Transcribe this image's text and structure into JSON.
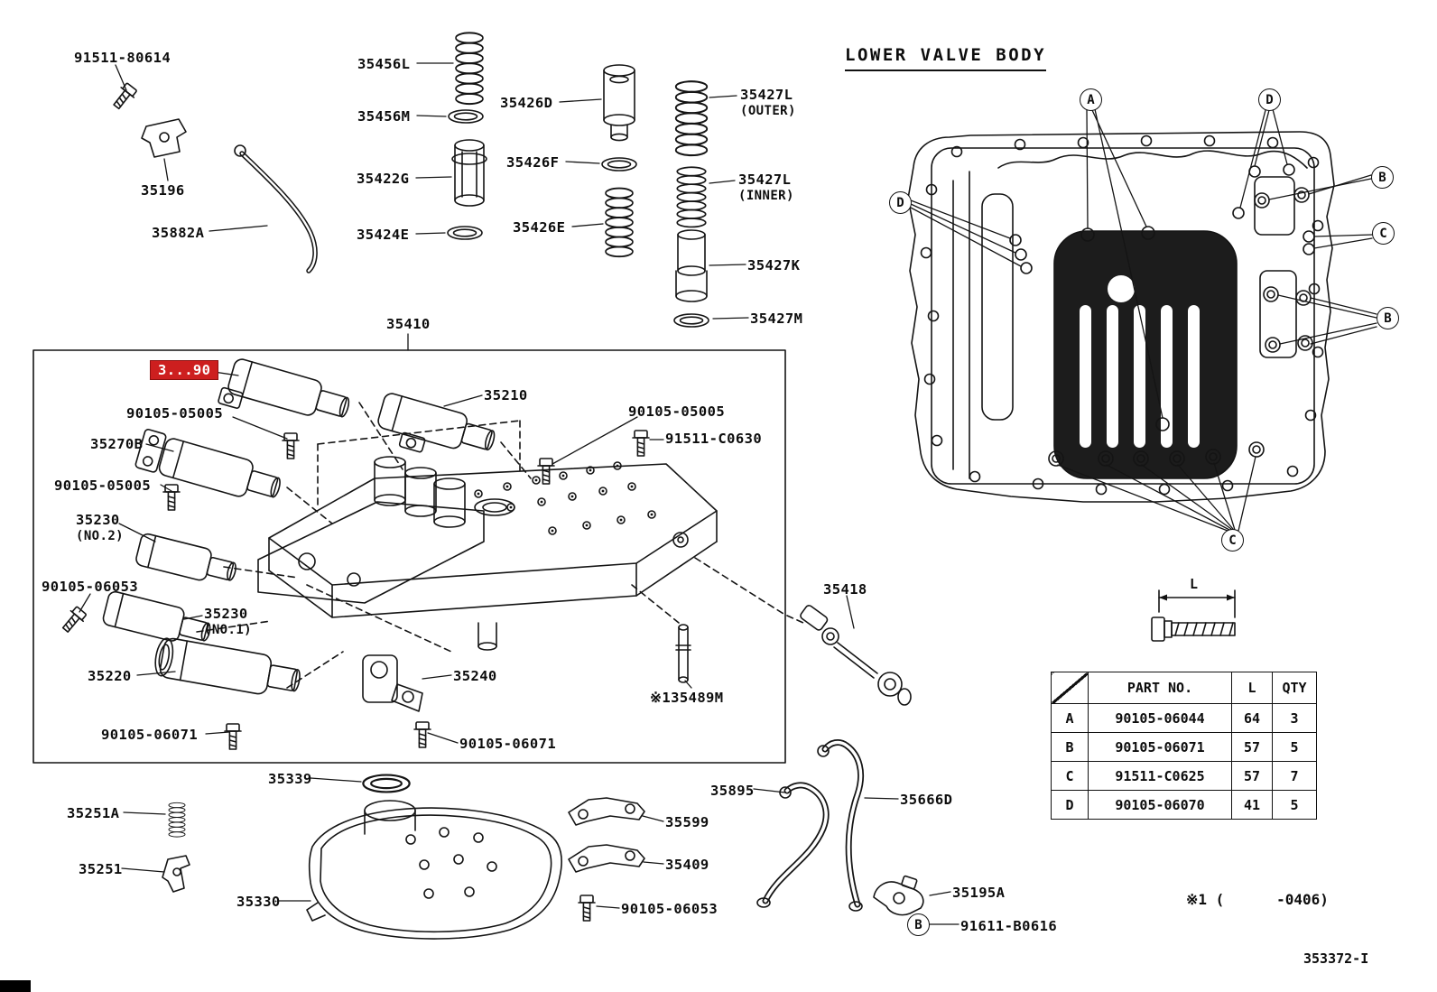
{
  "header": {
    "title": "LOWER VALVE BODY"
  },
  "labels": {
    "b91511_80614": "91511-80614",
    "p35196": "35196",
    "p35882A": "35882A",
    "p35456L": "35456L",
    "p35456M": "35456M",
    "p35426D": "35426D",
    "p35422G": "35422G",
    "p35426F": "35426F",
    "p35424E": "35424E",
    "p35426E": "35426E",
    "p35427L": "35427L",
    "outer": "(OUTER)",
    "inner": "(INNER)",
    "p35427K": "35427K",
    "p35427M": "35427M",
    "p35410": "35410",
    "highlight": "3...90",
    "p35210": "35210",
    "b90105_05005": "90105-05005",
    "p35270B": "35270B",
    "b91511_C0630": "91511-C0630",
    "p35230": "35230",
    "no2": "(NO.2)",
    "no1": "(NO.1)",
    "b90105_06053": "90105-06053",
    "p35220": "35220",
    "p35240": "35240",
    "b90105_06071": "90105-06071",
    "p35489M": "※135489M",
    "p35418": "35418",
    "p35339": "35339",
    "p35251A": "35251A",
    "p35251": "35251",
    "p35330": "35330",
    "p35599": "35599",
    "p35409": "35409",
    "p35895": "35895",
    "p35666D": "35666D",
    "p35195A": "35195A",
    "b91611_B0616": "91611-B0616"
  },
  "callouts": {
    "a": "A",
    "b": "B",
    "c": "C",
    "d": "D"
  },
  "bolt_table": {
    "col_part": "PART NO.",
    "col_l": "L",
    "col_qty": "QTY",
    "rows": [
      {
        "key": "A",
        "part": "90105-06044",
        "l": "64",
        "qty": "3"
      },
      {
        "key": "B",
        "part": "90105-06071",
        "l": "57",
        "qty": "5"
      },
      {
        "key": "C",
        "part": "91511-C0625",
        "l": "57",
        "qty": "7"
      },
      {
        "key": "D",
        "part": "90105-06070",
        "l": "41",
        "qty": "5"
      }
    ]
  },
  "misc": {
    "dim_label": "L",
    "footnote": "※1 (      -0406)",
    "figure_number": "353372-I"
  },
  "colors": {
    "highlight_bg": "#cd1f1f",
    "ink": "#111111"
  }
}
